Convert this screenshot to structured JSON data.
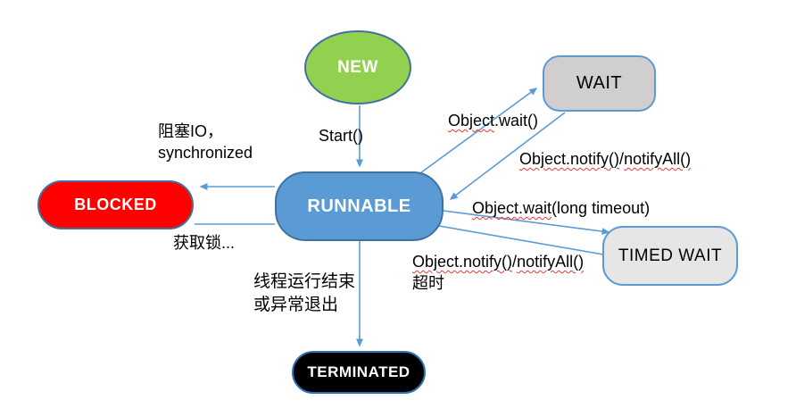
{
  "diagram": {
    "nodes": {
      "new": {
        "label": "NEW"
      },
      "wait": {
        "label": "WAIT"
      },
      "runnable": {
        "label": "RUNNABLE"
      },
      "blocked": {
        "label": "BLOCKED"
      },
      "timed_wait": {
        "label": "TIMED WAIT"
      },
      "terminated": {
        "label": "TERMINATED"
      }
    },
    "labels": {
      "start": {
        "text": "Start()"
      },
      "object_wait": {
        "wavy": "Object",
        "plain": ".wait()"
      },
      "notify": {
        "wavy1": "Object.notify()",
        "sep": "/",
        "wavy2": "notifyAll()"
      },
      "wait_timeout": {
        "wavy": "Object.wait",
        "plain": "(long timeout)"
      },
      "notify_timeout": {
        "wavy1": "Object.notify()",
        "sep": "/",
        "wavy2": "notifyAll()",
        "line2": "超时"
      },
      "blocked_io": {
        "line1": "阻塞IO，",
        "line2": "synchronized"
      },
      "acquire_lock": {
        "text": "获取锁..."
      },
      "thread_end": {
        "line1": "线程运行结束",
        "line2": "或异常退出"
      }
    },
    "colors": {
      "arrow": "#5B9BD5",
      "new_fill": "#92D050",
      "wait_fill": "#D0CECE",
      "runnable_fill": "#5B9BD5",
      "blocked_fill": "#FF0000",
      "timed_wait_fill": "#E7E6E6",
      "terminated_fill": "#000000",
      "node_border": "#41719C",
      "spellcheck_underline": "#E53935",
      "label_text": "#000000"
    }
  }
}
